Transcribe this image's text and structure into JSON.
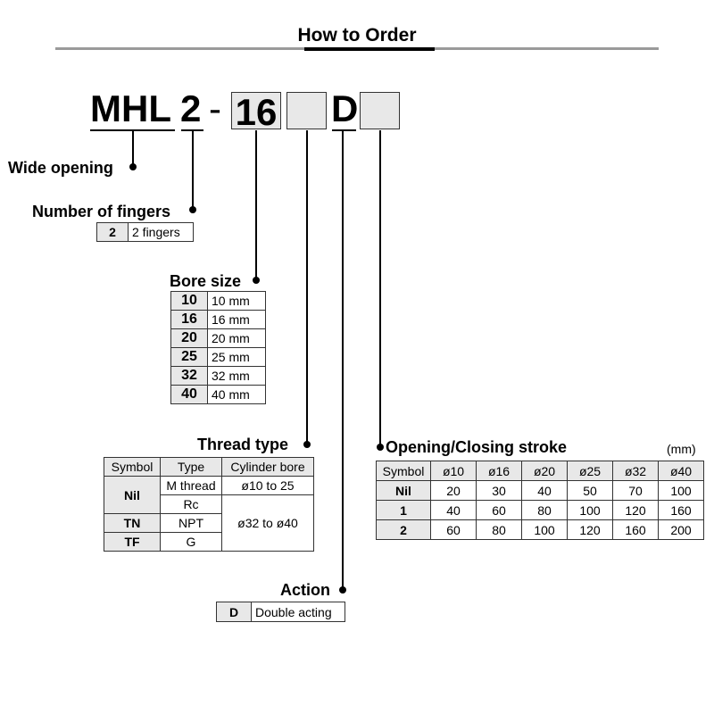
{
  "title": "How to Order",
  "model": {
    "prefix": "MHL",
    "fingers": "2",
    "dash": "-",
    "bore": "16",
    "action": "D"
  },
  "wide_opening": {
    "label": "Wide opening"
  },
  "fingers": {
    "label": "Number of fingers",
    "rows": [
      {
        "code": "2",
        "desc": "2 fingers"
      }
    ]
  },
  "bore": {
    "label": "Bore size",
    "rows": [
      {
        "code": "10",
        "desc": "10 mm"
      },
      {
        "code": "16",
        "desc": "16 mm"
      },
      {
        "code": "20",
        "desc": "20 mm"
      },
      {
        "code": "25",
        "desc": "25 mm"
      },
      {
        "code": "32",
        "desc": "32 mm"
      },
      {
        "code": "40",
        "desc": "40 mm"
      }
    ]
  },
  "thread": {
    "label": "Thread type",
    "headers": [
      "Symbol",
      "Type",
      "Cylinder bore"
    ],
    "rows": [
      {
        "symbol": "Nil",
        "type": "M thread",
        "bore": "ø10 to 25"
      },
      {
        "type": "Rc",
        "bore": "ø32 to ø40"
      },
      {
        "symbol": "TN",
        "type": "NPT"
      },
      {
        "symbol": "TF",
        "type": "G"
      }
    ]
  },
  "stroke": {
    "label": "Opening/Closing stroke",
    "unit": "(mm)",
    "headers": [
      "Symbol",
      "ø10",
      "ø16",
      "ø20",
      "ø25",
      "ø32",
      "ø40"
    ],
    "rows": [
      {
        "symbol": "Nil",
        "values": [
          "20",
          "30",
          "40",
          "50",
          "70",
          "100"
        ]
      },
      {
        "symbol": "1",
        "values": [
          "40",
          "60",
          "80",
          "100",
          "120",
          "160"
        ]
      },
      {
        "symbol": "2",
        "values": [
          "60",
          "80",
          "100",
          "120",
          "160",
          "200"
        ]
      }
    ]
  },
  "action": {
    "label": "Action",
    "rows": [
      {
        "code": "D",
        "desc": "Double acting"
      }
    ]
  }
}
